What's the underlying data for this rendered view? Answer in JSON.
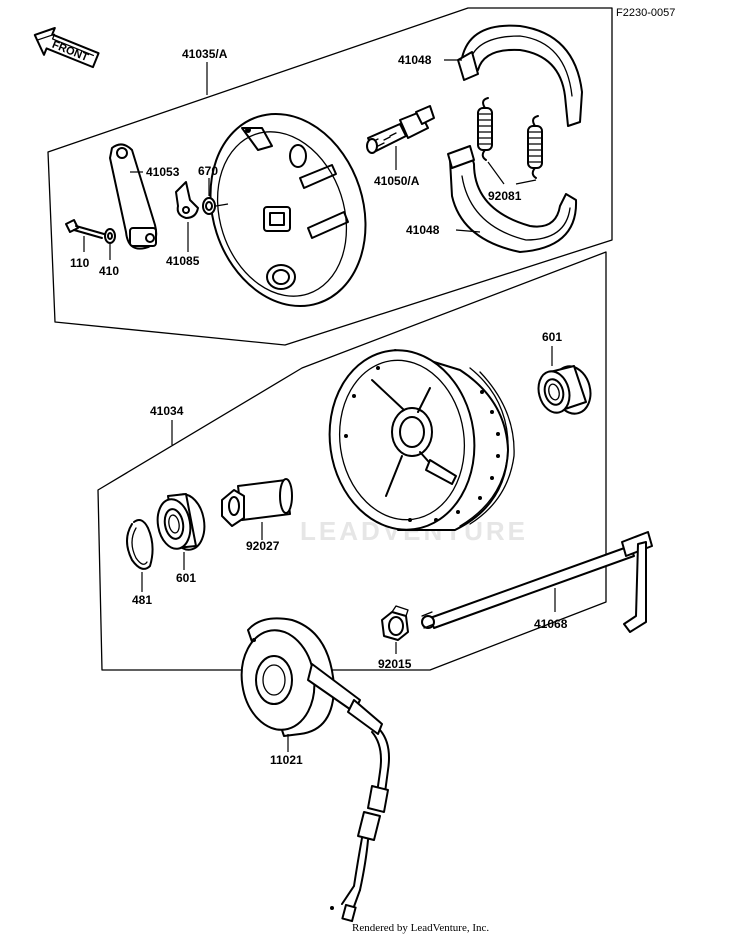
{
  "diagram": {
    "code": "F2230-0057",
    "front_tag": "FRONT",
    "watermark": "LEADVENTURE",
    "credit": "Rendered by LeadVenture, Inc."
  },
  "parts": {
    "p41035": "41035/A",
    "p41048_top": "41048",
    "p41053": "41053",
    "p670": "670",
    "p41050": "41050/A",
    "p92081": "92081",
    "p41048_bottom": "41048",
    "p110": "110",
    "p410": "410",
    "p41085": "41085",
    "p601_right": "601",
    "p41034": "41034",
    "p92027": "92027",
    "p601_left": "601",
    "p481": "481",
    "p41068": "41068",
    "p92015": "92015",
    "p11021": "11021"
  }
}
